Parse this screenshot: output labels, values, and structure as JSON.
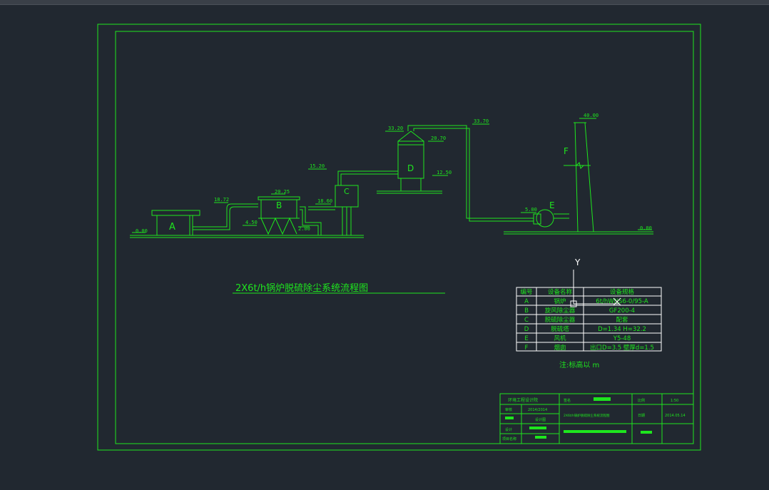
{
  "diagram": {
    "title": "2X6t/h锅炉脱硫除尘系统流程图",
    "unit_note": "注:标高以 m",
    "labels": {
      "A": "A",
      "B": "B",
      "C": "C",
      "D": "D",
      "E": "E",
      "F": "F"
    },
    "elevations": {
      "ground_left": "0.00",
      "pipe_a": "18.72",
      "b_top": "20.25",
      "b_low": "4.50",
      "b_bottom": "2.00",
      "c_in": "18.60",
      "d_in": "15.20",
      "d_top": "33.20",
      "d_out": "20.70",
      "d_base": "12.50",
      "top_pipe": "33.70",
      "fan_in": "5.00",
      "stack_top": "40.00",
      "ground_right": "0.00"
    }
  },
  "axis_marker": {
    "label": "Y"
  },
  "legend_table": {
    "headers": [
      "编号",
      "设备名称",
      "设备规格"
    ],
    "rows": [
      [
        "A",
        "锅炉",
        "6t/hWNS6-0/95-A"
      ],
      [
        "B",
        "旋风除尘器",
        "GF200-4"
      ],
      [
        "C",
        "脱硫除尘器",
        "配套"
      ],
      [
        "D",
        "脱硫塔",
        "D=1.34 H=32.2"
      ],
      [
        "E",
        "风机",
        "Y5-48"
      ],
      [
        "F",
        "烟囱",
        "出口D=3.5 壁厚d=1.5"
      ]
    ]
  },
  "title_block": {
    "org": "环境工程设计院",
    "row2_left": "审核",
    "row2_mid": "2014/2014",
    "row3_mid": "设计图",
    "row4_left": "设计",
    "row5_left": "项目名称",
    "design_label": "签名",
    "drawing_title": "2X6t/h锅炉脱硫除尘系统流程图",
    "scale_label": "比例",
    "scale_value": "1:50",
    "date_label": "日期",
    "date_value": "2014.05.14"
  }
}
